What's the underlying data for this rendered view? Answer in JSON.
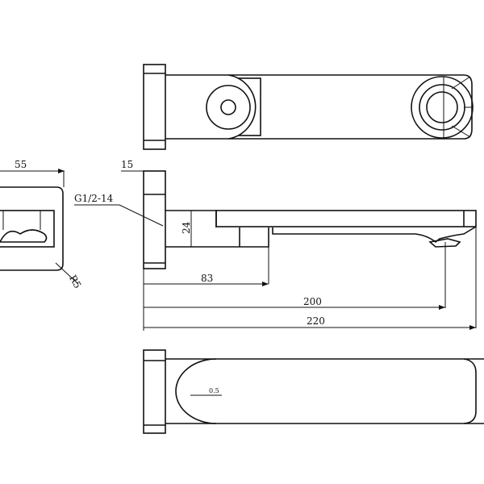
{
  "drawing": {
    "title": "Wall-mounted spout technical drawing",
    "dimensions": {
      "width_front": "55",
      "flange_thickness": "15",
      "thread": "G1/2-14",
      "body_height": "24",
      "radius": "R5",
      "outlet_offset": "83",
      "spout_reach": "200",
      "total_length": "220",
      "bottom_note": "0.5"
    }
  }
}
